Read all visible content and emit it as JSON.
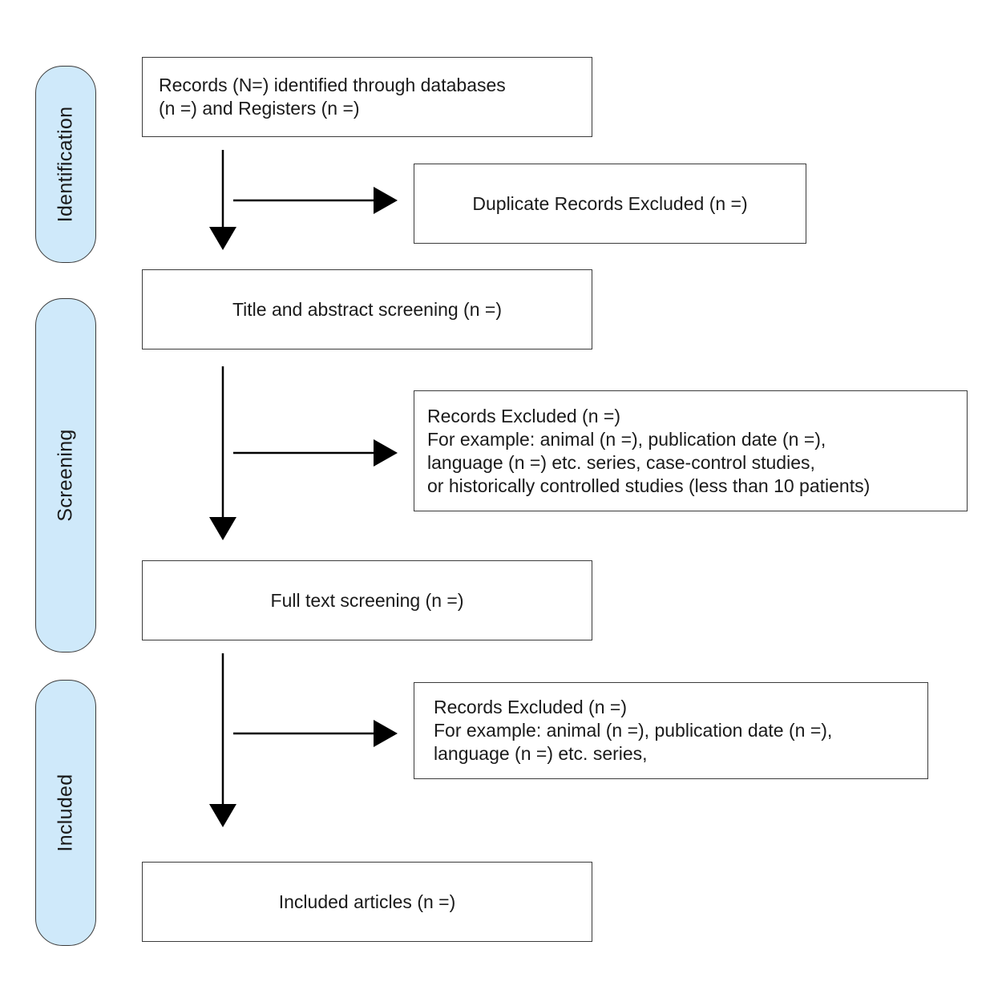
{
  "phases": {
    "identification": "Identification",
    "screening": "Screening",
    "included": "Included"
  },
  "boxes": {
    "identified": {
      "lines": [
        "Records (N=) identified through databases",
        "(n =) and Registers (n =)"
      ]
    },
    "duplicates": {
      "text": "Duplicate Records Excluded (n =)"
    },
    "title_abstract": {
      "text": "Title and abstract screening (n =)"
    },
    "excluded_screening": {
      "lines": [
        "Records Excluded (n =)",
        "For example: animal (n =), publication date (n =),",
        "language (n =) etc. series, case-control studies,",
        "or historically controlled studies (less than 10 patients)"
      ]
    },
    "full_text": {
      "text": "Full text screening (n =)"
    },
    "excluded_full_text": {
      "lines": [
        "Records Excluded (n =)",
        "For example: animal (n =), publication date (n =),",
        "language (n =) etc. series,"
      ]
    },
    "included": {
      "text": "Included articles (n =)"
    }
  },
  "colors": {
    "phase_fill": "#cfe9fa",
    "stroke": "#3b3b3b",
    "arrow": "#000000"
  }
}
